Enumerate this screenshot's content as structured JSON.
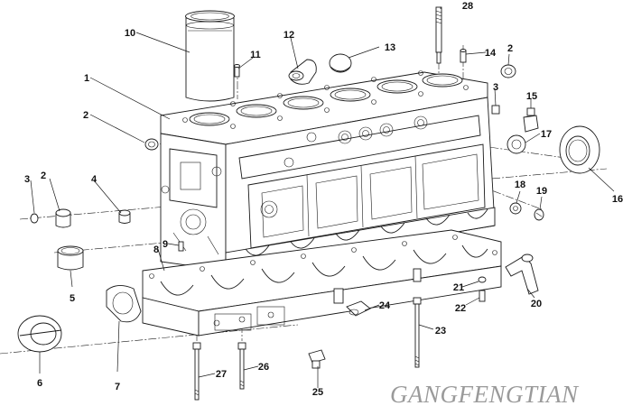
{
  "watermark": "GANGFENGTIAN",
  "callouts": [
    {
      "id": "1",
      "label": "1"
    },
    {
      "id": "2a",
      "label": "2"
    },
    {
      "id": "2b",
      "label": "2"
    },
    {
      "id": "2c",
      "label": "2"
    },
    {
      "id": "3a",
      "label": "3"
    },
    {
      "id": "3b",
      "label": "3"
    },
    {
      "id": "4",
      "label": "4"
    },
    {
      "id": "5",
      "label": "5"
    },
    {
      "id": "6",
      "label": "6"
    },
    {
      "id": "7",
      "label": "7"
    },
    {
      "id": "8",
      "label": "8"
    },
    {
      "id": "9",
      "label": "9"
    },
    {
      "id": "10",
      "label": "10"
    },
    {
      "id": "11",
      "label": "11"
    },
    {
      "id": "12",
      "label": "12"
    },
    {
      "id": "13",
      "label": "13"
    },
    {
      "id": "14",
      "label": "14"
    },
    {
      "id": "15",
      "label": "15"
    },
    {
      "id": "16",
      "label": "16"
    },
    {
      "id": "17",
      "label": "17"
    },
    {
      "id": "18",
      "label": "18"
    },
    {
      "id": "19",
      "label": "19"
    },
    {
      "id": "20",
      "label": "20"
    },
    {
      "id": "21",
      "label": "21"
    },
    {
      "id": "22",
      "label": "22"
    },
    {
      "id": "23",
      "label": "23"
    },
    {
      "id": "24",
      "label": "24"
    },
    {
      "id": "25",
      "label": "25"
    },
    {
      "id": "26",
      "label": "26"
    },
    {
      "id": "27",
      "label": "27"
    },
    {
      "id": "28",
      "label": "28"
    }
  ]
}
